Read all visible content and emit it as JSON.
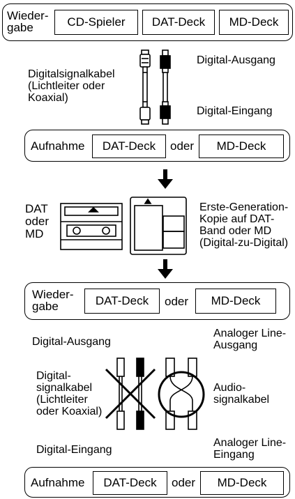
{
  "playback_top": {
    "label": "Wieder-\ngabe",
    "devices": [
      "CD-Spieler",
      "DAT-Deck",
      "MD-Deck"
    ]
  },
  "cables_top": {
    "cable_label": "Digitalsignalkabel\n(Lichtleiter oder\nKoaxial)",
    "output_label": "Digital-Ausgang",
    "input_label": "Digital-Eingang"
  },
  "recording_top": {
    "label": "Aufnahme",
    "device_a": "DAT-Deck",
    "or": "oder",
    "device_b": "MD-Deck"
  },
  "media": {
    "label": "DAT\noder\nMD",
    "copy_note": "Erste-Generation-\nKopie auf DAT-\nBand oder MD\n(Digital-zu-Digital)"
  },
  "playback_mid": {
    "label": "Wieder-\ngabe",
    "device_a": "DAT-Deck",
    "or": "oder",
    "device_b": "MD-Deck"
  },
  "cables_bottom": {
    "digital_output": "Digital-Ausgang",
    "analog_output": "Analoger Line-\nAusgang",
    "digital_cable": "Digital-\nsignalkabel\n(Lichtleiter\noder Koaxial)",
    "audio_cable": "Audio-\nsignalkabel",
    "digital_input": "Digital-Eingang",
    "analog_input": "Analoger Line-\nEingang"
  },
  "recording_bottom": {
    "label": "Aufnahme",
    "device_a": "DAT-Deck",
    "or": "oder",
    "device_b": "MD-Deck"
  }
}
